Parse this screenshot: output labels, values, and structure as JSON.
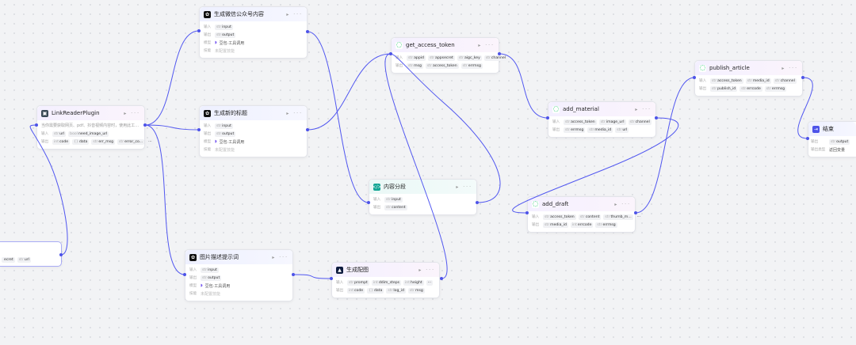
{
  "labels": {
    "input": "输入",
    "output": "输出",
    "model": "模型",
    "skill": "技能",
    "output_type": "输出类型"
  },
  "nodes": {
    "partial": {
      "title": "",
      "inputs": [
        {
          "t": "",
          "n": "ecret"
        },
        {
          "t": "str",
          "n": "url"
        }
      ]
    },
    "wechat_content": {
      "title": "生成微信公众号内容",
      "icon": "llm-icon",
      "inputs": [
        {
          "t": "str",
          "n": "input"
        }
      ],
      "outputs": [
        {
          "t": "str",
          "n": "output"
        }
      ],
      "model": "豆包·工具调用",
      "skill": "未配置技能"
    },
    "link_reader": {
      "title": "LinkReaderPlugin",
      "icon": "plugin-icon",
      "desc": "当你需要获取网页、pdf、抖音视频内容时，使用此工具。可...",
      "inputs": [
        {
          "t": "str",
          "n": "url"
        },
        {
          "t": "bool",
          "n": "need_image_url"
        }
      ],
      "outputs": [
        {
          "t": "int",
          "n": "code"
        },
        {
          "t": "{}",
          "n": "data"
        },
        {
          "t": "str",
          "n": "err_msg"
        },
        {
          "t": "str",
          "n": "error_co..."
        }
      ],
      "more": "···"
    },
    "new_title": {
      "title": "生成新的标题",
      "icon": "llm-icon",
      "inputs": [
        {
          "t": "str",
          "n": "input"
        }
      ],
      "outputs": [
        {
          "t": "str",
          "n": "output"
        }
      ],
      "model": "豆包·工具调用",
      "skill": "未配置技能"
    },
    "get_access_token": {
      "title": "get_access_token",
      "icon": "wechat-plugin-icon",
      "inputs": [
        {
          "t": "str",
          "n": "appid"
        },
        {
          "t": "str",
          "n": "appsecret"
        },
        {
          "t": "str",
          "n": "aigc_key"
        },
        {
          "t": "str",
          "n": "channel"
        }
      ],
      "outputs": [
        {
          "t": "str",
          "n": "msg"
        },
        {
          "t": "str",
          "n": "access_token"
        },
        {
          "t": "str",
          "n": "errmsg"
        }
      ]
    },
    "split": {
      "title": "内容分段",
      "icon": "code-icon",
      "inputs": [
        {
          "t": "str",
          "n": "input"
        }
      ],
      "outputs": [
        {
          "t": "str",
          "n": "content"
        }
      ]
    },
    "add_material": {
      "title": "add_material",
      "icon": "wechat-plugin-icon",
      "inputs": [
        {
          "t": "str",
          "n": "access_token"
        },
        {
          "t": "str",
          "n": "image_url"
        },
        {
          "t": "str",
          "n": "channel"
        }
      ],
      "outputs": [
        {
          "t": "str",
          "n": "errmsg"
        },
        {
          "t": "str",
          "n": "media_id"
        },
        {
          "t": "str",
          "n": "url"
        }
      ]
    },
    "publish_article": {
      "title": "publish_article",
      "icon": "wechat-plugin-icon",
      "inputs": [
        {
          "t": "str",
          "n": "access_token"
        },
        {
          "t": "str",
          "n": "media_id"
        },
        {
          "t": "str",
          "n": "channel"
        }
      ],
      "outputs": [
        {
          "t": "str",
          "n": "publish_id"
        },
        {
          "t": "str",
          "n": "errcode"
        },
        {
          "t": "str",
          "n": "errmsg"
        }
      ]
    },
    "end": {
      "title": "结束",
      "icon": "end-icon",
      "outputs": [
        {
          "t": "str",
          "n": "output"
        }
      ],
      "output_type": "返回变量"
    },
    "add_draft": {
      "title": "add_draft",
      "icon": "wechat-plugin-icon",
      "inputs": [
        {
          "t": "str",
          "n": "access_token"
        },
        {
          "t": "str",
          "n": "content"
        },
        {
          "t": "str",
          "n": "thumb_m..."
        }
      ],
      "outputs": [
        {
          "t": "str",
          "n": "media_id"
        },
        {
          "t": "int",
          "n": "errcode"
        },
        {
          "t": "str",
          "n": "errmsg"
        }
      ],
      "more": "···"
    },
    "image_prompt": {
      "title": "图片描述提示词",
      "icon": "llm-icon",
      "inputs": [
        {
          "t": "str",
          "n": "input"
        }
      ],
      "outputs": [
        {
          "t": "str",
          "n": "output"
        }
      ],
      "model": "豆包·工具调用",
      "skill": "未配置技能"
    },
    "gen_image": {
      "title": "生成配图",
      "icon": "image-gen-icon",
      "inputs": [
        {
          "t": "str",
          "n": "prompt"
        },
        {
          "t": "int",
          "n": "ddim_steps"
        },
        {
          "t": "int",
          "n": "height"
        }
      ],
      "outputs": [
        {
          "t": "int",
          "n": "code"
        },
        {
          "t": "{}",
          "n": "data"
        },
        {
          "t": "str",
          "n": "log_id"
        },
        {
          "t": "str",
          "n": "msg"
        }
      ],
      "more": "···"
    }
  },
  "colors": {
    "edge": "#5157f0",
    "port": "#4d53e8",
    "wechat": "#1fc66a",
    "code": "#12a594",
    "end": "#4d53e8"
  }
}
